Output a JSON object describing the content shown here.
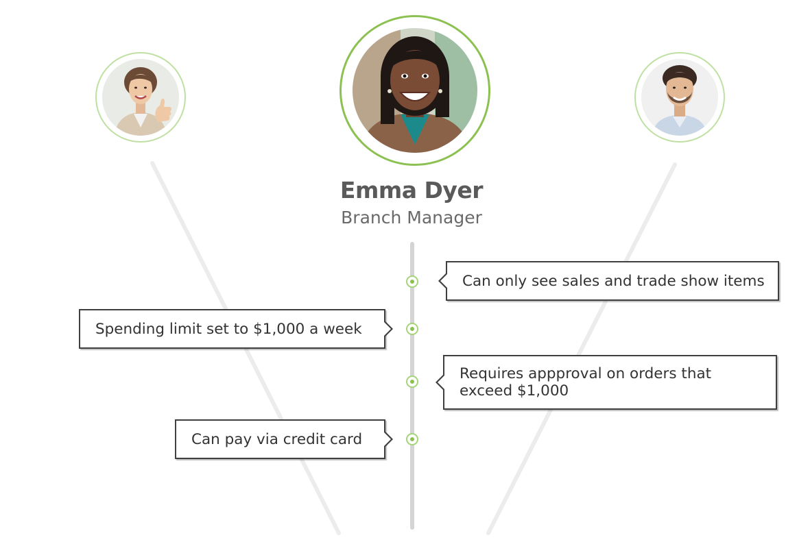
{
  "person": {
    "name": "Emma Dyer",
    "role": "Branch Manager"
  },
  "avatars": {
    "left": "avatar-woman-thumbs-up",
    "main": "avatar-woman-smiling",
    "right": "avatar-man-smiling"
  },
  "permissions": [
    {
      "text": "Can only see sales and trade show items",
      "side": "right"
    },
    {
      "text": "Spending limit set to $1,000 a week",
      "side": "left"
    },
    {
      "text": "Requires appproval on orders that exceed $1,000",
      "side": "right"
    },
    {
      "text": "Can pay via credit card",
      "side": "left"
    }
  ],
  "colors": {
    "accent_green": "#8cc152",
    "light_green": "#bfe0a3",
    "timeline_gray": "#d4d4d4",
    "text_dark": "#333333",
    "name_gray": "#5a5a5a"
  }
}
